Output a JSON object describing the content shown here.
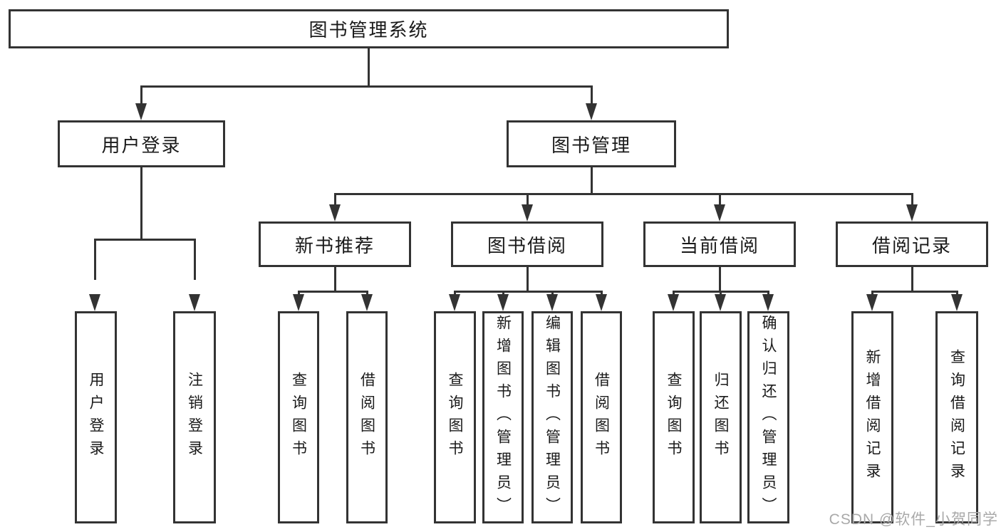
{
  "tree": {
    "root": "图书管理系统",
    "user_login": {
      "label": "用户登录",
      "children": [
        "用户登录",
        "注销登录"
      ]
    },
    "book_management": {
      "label": "图书管理",
      "children": {
        "new_books": {
          "label": "新书推荐",
          "children": [
            "查询图书",
            "借阅图书"
          ]
        },
        "borrowing": {
          "label": "图书借阅",
          "children": [
            "查询图书",
            "新增图书（管理员）",
            "编辑图书（管理员）",
            "借阅图书"
          ]
        },
        "current": {
          "label": "当前借阅",
          "children": [
            "查询图书",
            "归还图书",
            "确认归还（管理员）"
          ]
        },
        "records": {
          "label": "借阅记录",
          "children": [
            "新增借阅记录",
            "查询借阅记录"
          ]
        }
      }
    }
  },
  "watermark": "CSDN @软件_小贺同学",
  "colors": {
    "line": "#333333",
    "text": "#1a1a1a",
    "watermark": "#a9a9a9",
    "background": "#ffffff"
  }
}
